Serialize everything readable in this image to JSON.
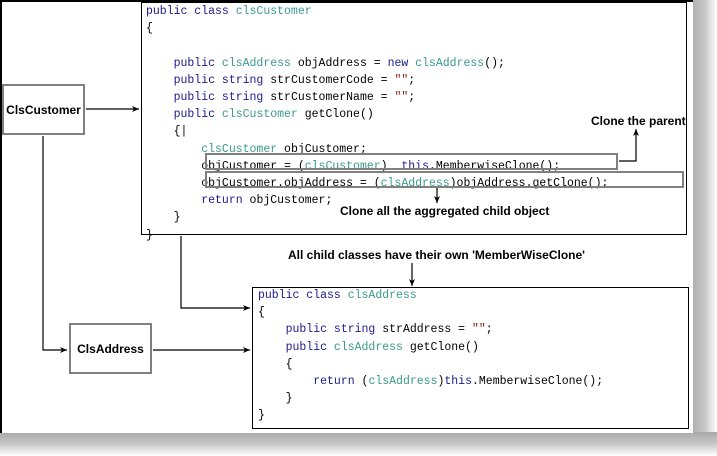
{
  "nodes": {
    "customer": "ClsCustomer",
    "address": "ClsAddress"
  },
  "customer_code": {
    "lines": [
      [
        {
          "t": "public class ",
          "c": "kw"
        },
        {
          "t": "clsCustomer",
          "c": "ty"
        }
      ],
      [
        {
          "t": "{",
          "c": ""
        }
      ],
      [
        {
          "t": "",
          "c": ""
        }
      ],
      [
        {
          "t": "    public ",
          "c": "kw"
        },
        {
          "t": "clsAddress",
          "c": "ty"
        },
        {
          "t": " objAddress = ",
          "c": ""
        },
        {
          "t": "new ",
          "c": "kw"
        },
        {
          "t": "clsAddress",
          "c": "ty"
        },
        {
          "t": "();",
          "c": ""
        }
      ],
      [
        {
          "t": "    public string ",
          "c": "kw"
        },
        {
          "t": "strCustomerCode = ",
          "c": ""
        },
        {
          "t": "\"\"",
          "c": "str"
        },
        {
          "t": ";",
          "c": ""
        }
      ],
      [
        {
          "t": "    public string ",
          "c": "kw"
        },
        {
          "t": "strCustomerName = ",
          "c": ""
        },
        {
          "t": "\"\"",
          "c": "str"
        },
        {
          "t": ";",
          "c": ""
        }
      ],
      [
        {
          "t": "    public ",
          "c": "kw"
        },
        {
          "t": "clsCustomer",
          "c": "ty"
        },
        {
          "t": " getClone()",
          "c": ""
        }
      ],
      [
        {
          "t": "    {|",
          "c": ""
        }
      ],
      [
        {
          "t": "        ",
          "c": ""
        },
        {
          "t": "clsCustomer",
          "c": "ty"
        },
        {
          "t": " objCustomer;",
          "c": ""
        }
      ],
      [
        {
          "t": "        objCustomer = (",
          "c": ""
        },
        {
          "t": "clsCustomer",
          "c": "ty"
        },
        {
          "t": ")  ",
          "c": ""
        },
        {
          "t": "this",
          "c": "kw"
        },
        {
          "t": ".MemberwiseClone();",
          "c": ""
        }
      ],
      [
        {
          "t": "        objCustomer.objAddress = (",
          "c": ""
        },
        {
          "t": "clsAddress",
          "c": "ty"
        },
        {
          "t": ")objAddress.getClone();",
          "c": ""
        }
      ],
      [
        {
          "t": "        ",
          "c": ""
        },
        {
          "t": "return",
          "c": "kw"
        },
        {
          "t": " objCustomer;",
          "c": ""
        }
      ],
      [
        {
          "t": "    }",
          "c": ""
        }
      ],
      [
        {
          "t": "}",
          "c": ""
        }
      ]
    ]
  },
  "address_code": {
    "lines": [
      [
        {
          "t": "public class ",
          "c": "kw"
        },
        {
          "t": "clsAddress",
          "c": "ty"
        }
      ],
      [
        {
          "t": "{",
          "c": ""
        }
      ],
      [
        {
          "t": "    public string ",
          "c": "kw"
        },
        {
          "t": "strAddress = ",
          "c": ""
        },
        {
          "t": "\"\"",
          "c": "str"
        },
        {
          "t": ";",
          "c": ""
        }
      ],
      [
        {
          "t": "    public ",
          "c": "kw"
        },
        {
          "t": "clsAddress",
          "c": "ty"
        },
        {
          "t": " getClone()",
          "c": ""
        }
      ],
      [
        {
          "t": "    {",
          "c": ""
        }
      ],
      [
        {
          "t": "        ",
          "c": ""
        },
        {
          "t": "return",
          "c": "kw"
        },
        {
          "t": " (",
          "c": ""
        },
        {
          "t": "clsAddress",
          "c": "ty"
        },
        {
          "t": ")",
          "c": ""
        },
        {
          "t": "this",
          "c": "kw"
        },
        {
          "t": ".MemberwiseClone();",
          "c": ""
        }
      ],
      [
        {
          "t": "    }",
          "c": ""
        }
      ],
      [
        {
          "t": "}",
          "c": ""
        }
      ]
    ]
  },
  "annotations": {
    "clone_parent": "Clone the parent",
    "clone_children": "Clone all the aggregated child object",
    "child_classes": "All child classes have their own 'MemberWiseClone'"
  },
  "colors": {
    "keyword": "#1a1a8c",
    "type": "#3a9a8c",
    "string": "#8b1a1a",
    "highlight_border": "#808080"
  }
}
